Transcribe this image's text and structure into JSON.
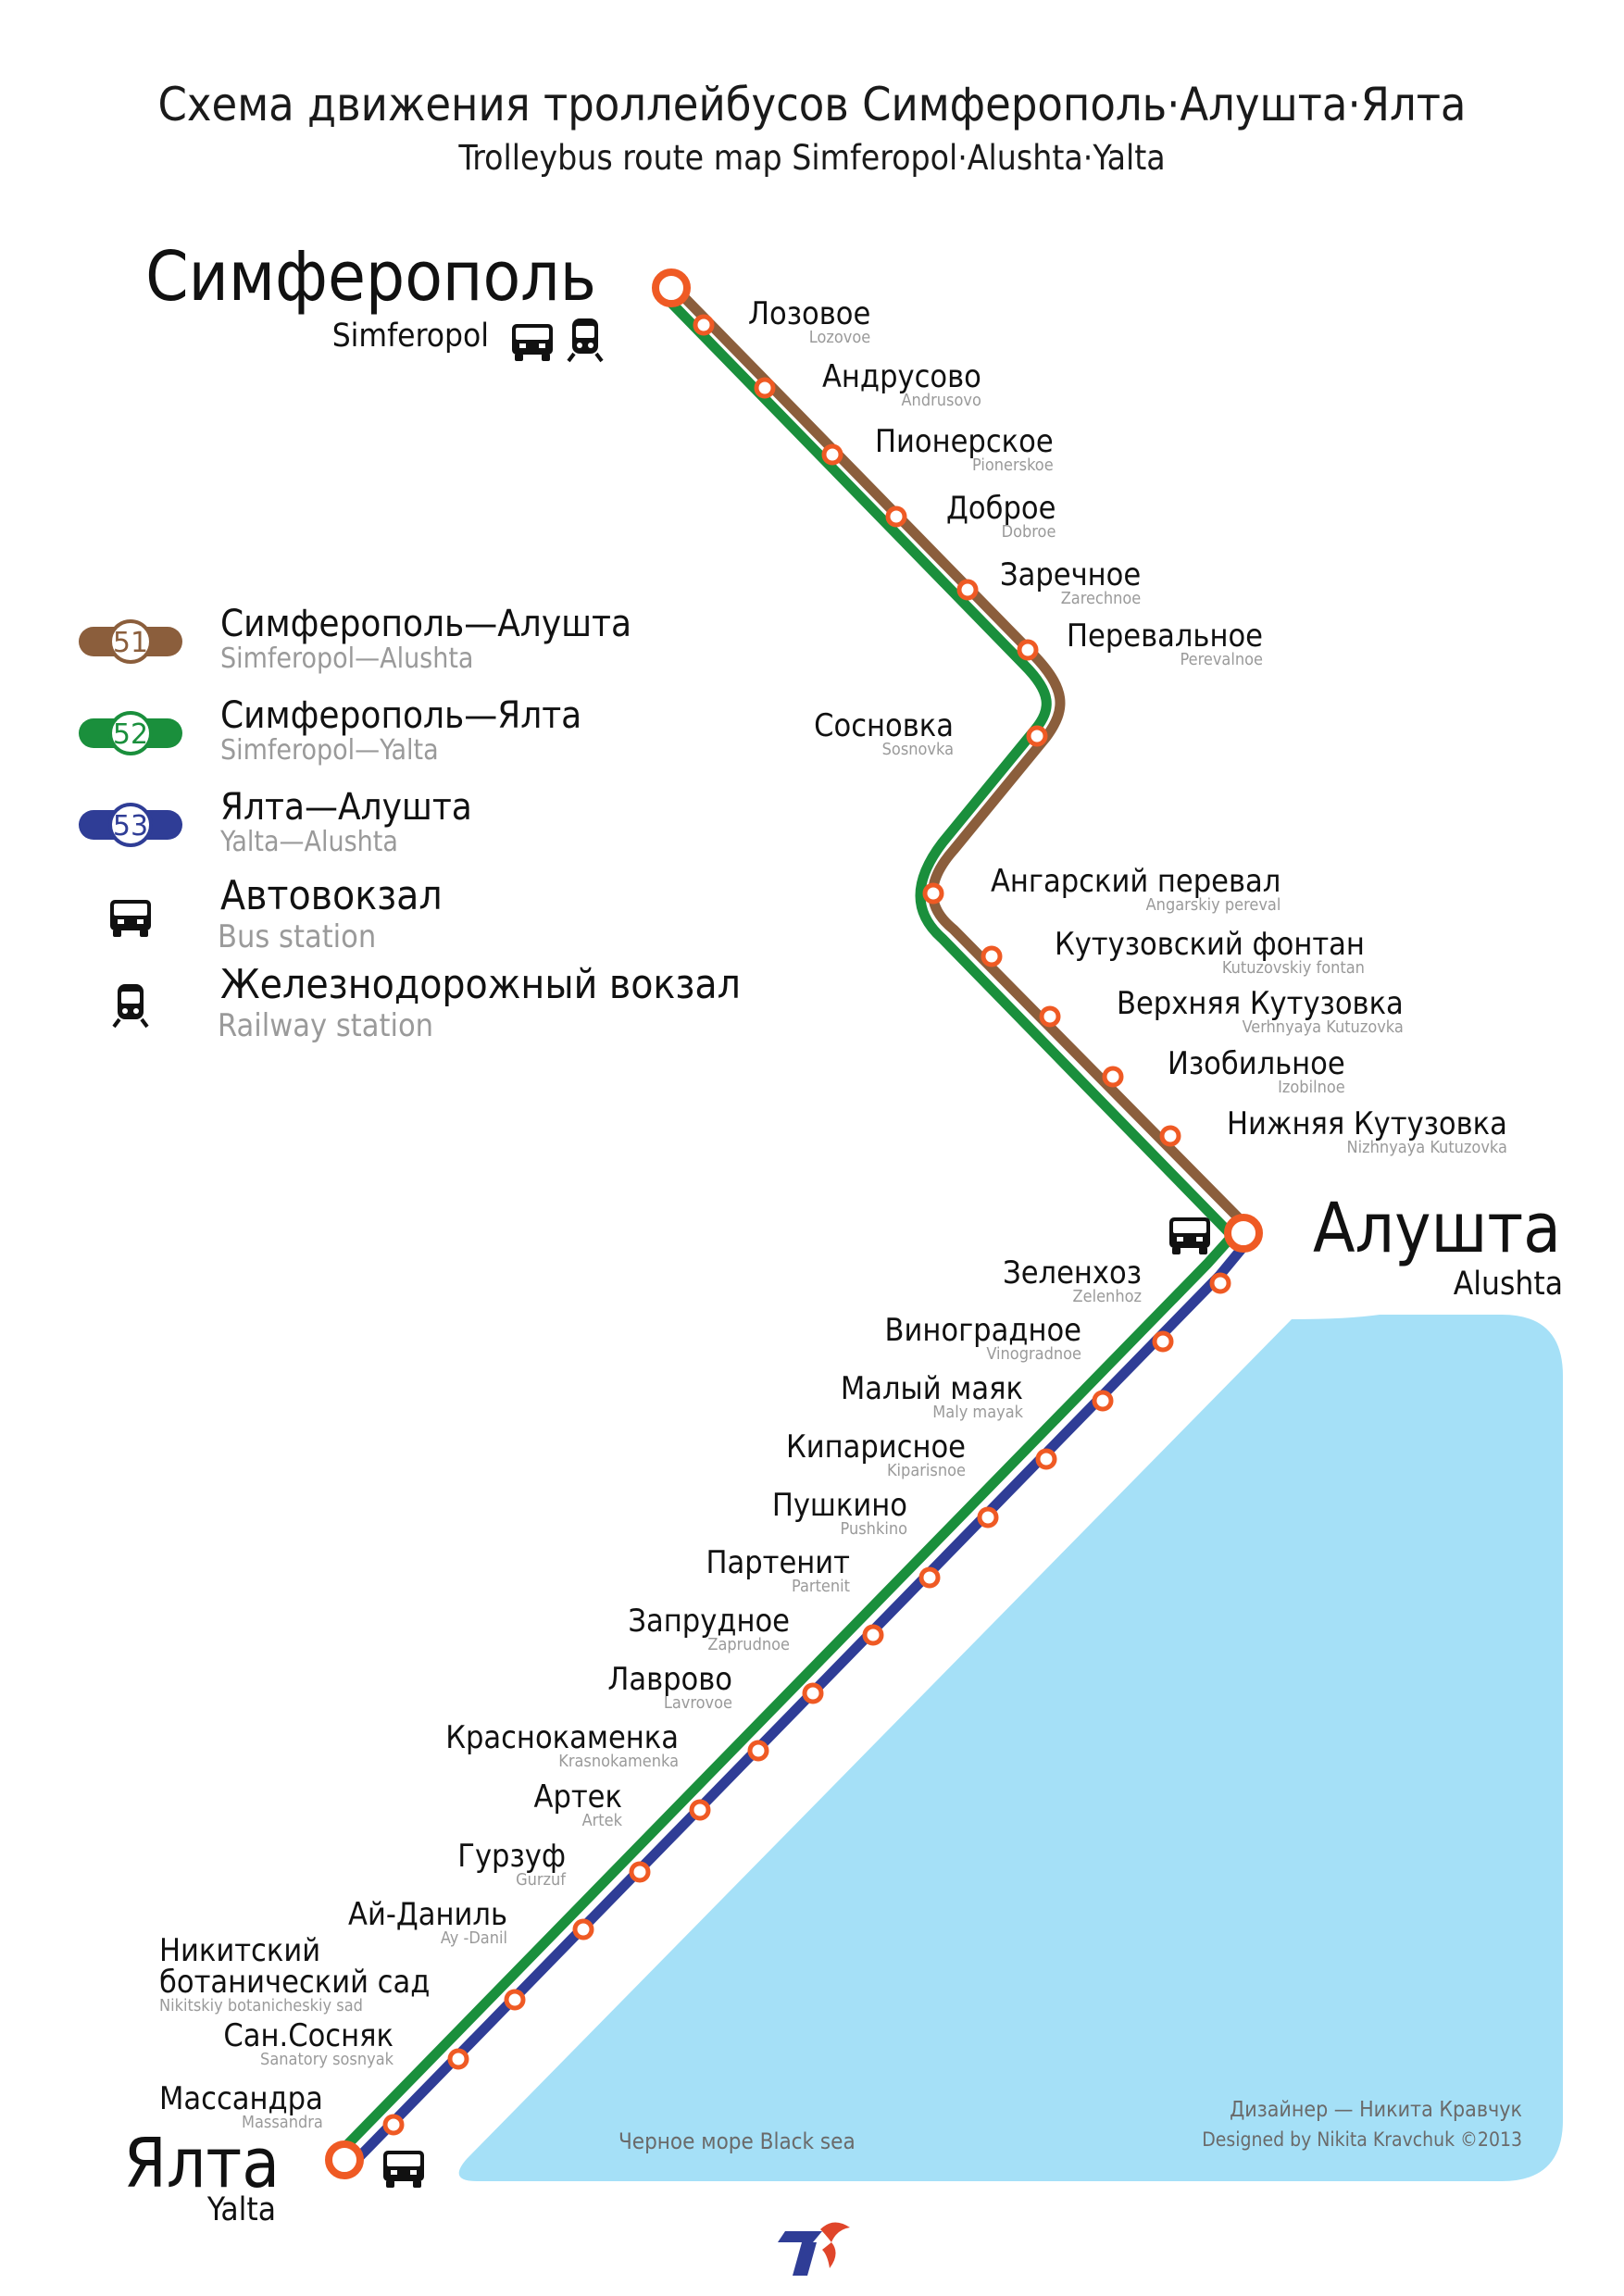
{
  "title": "Схема движения троллейбусов Симферополь·Алушта·Ялта",
  "subtitle": "Trolleybus route map Simferopol·Alushta·Yalta",
  "colors": {
    "route51": "#8b5e3c",
    "route52": "#1a8f3c",
    "route53": "#2f3d96",
    "station_ring": "#ef5a24",
    "sea": "#a5e0f7",
    "grey_text": "#9a9a9a"
  },
  "terminals": {
    "simferopol": {
      "ru": "Симферополь",
      "en": "Simferopol",
      "icons": [
        "bus-station-icon",
        "railway-station-icon"
      ]
    },
    "alushta": {
      "ru": "Алушта",
      "en": "Alushta",
      "icons": [
        "bus-station-icon"
      ]
    },
    "yalta": {
      "ru": "Ялта",
      "en": "Yalta",
      "icons": [
        "bus-station-icon"
      ]
    }
  },
  "stations_north": [
    {
      "ru": "Лозовое",
      "en": "Lozovoe"
    },
    {
      "ru": "Андрусово",
      "en": "Andrusovo"
    },
    {
      "ru": "Пионерское",
      "en": "Pionerskoe"
    },
    {
      "ru": "Доброе",
      "en": "Dobroe"
    },
    {
      "ru": "Заречное",
      "en": "Zarechnoe"
    },
    {
      "ru": "Перевальное",
      "en": "Perevalnoe"
    },
    {
      "ru": "Сосновка",
      "en": "Sosnovka"
    },
    {
      "ru": "Ангарский перевал",
      "en": "Angarskiy pereval"
    },
    {
      "ru": "Кутузовский фонтан",
      "en": "Kutuzovskiy fontan"
    },
    {
      "ru": "Верхняя Кутузовка",
      "en": "Verhnyaya Kutuzovka"
    },
    {
      "ru": "Изобильное",
      "en": "Izobilnoe"
    },
    {
      "ru": "Нижняя Кутузовка",
      "en": "Nizhnyaya Kutuzovka"
    }
  ],
  "stations_south": [
    {
      "ru": "Зеленхоз",
      "en": "Zelenhoz"
    },
    {
      "ru": "Виноградное",
      "en": "Vinogradnoe"
    },
    {
      "ru": "Малый маяк",
      "en": "Maly mayak"
    },
    {
      "ru": "Кипарисное",
      "en": "Kiparisnoe"
    },
    {
      "ru": "Пушкино",
      "en": "Pushkino"
    },
    {
      "ru": "Партенит",
      "en": "Partenit"
    },
    {
      "ru": "Запрудное",
      "en": "Zaprudnoe"
    },
    {
      "ru": "Лаврово",
      "en": "Lavrovoe"
    },
    {
      "ru": "Краснокаменка",
      "en": "Krasnokamenka"
    },
    {
      "ru": "Артек",
      "en": "Artek"
    },
    {
      "ru": "Гурзуф",
      "en": "Gurzuf"
    },
    {
      "ru": "Ай-Даниль",
      "en": "Ay -Danil"
    },
    {
      "ru": "Никитский",
      "ru2": "ботанический сад",
      "en": "Nikitskiy botanicheskiy sad"
    },
    {
      "ru": "Сан.Сосняк",
      "en": "Sanatory sosnyak"
    },
    {
      "ru": "Массандра",
      "en": "Massandra"
    }
  ],
  "legend": {
    "routes": [
      {
        "number": "51",
        "ru": "Симферополь—Алушта",
        "en": "Simferopol—Alushta"
      },
      {
        "number": "52",
        "ru": "Симферополь—Ялта",
        "en": "Simferopol—Yalta"
      },
      {
        "number": "53",
        "ru": "Ялта—Алушта",
        "en": "Yalta—Alushta"
      }
    ],
    "bus_station": {
      "ru": "Автовокзал",
      "en": "Bus station"
    },
    "railway_station": {
      "ru": "Железнодорожный вокзал",
      "en": "Railway station"
    }
  },
  "sea_label": "Черное море  Black sea",
  "credits": {
    "ru": "Дизайнер — Никита Кравчук",
    "en": "Designed by Nikita Kravchuk  ©2013"
  },
  "logo": "trolleybus-logo-icon"
}
